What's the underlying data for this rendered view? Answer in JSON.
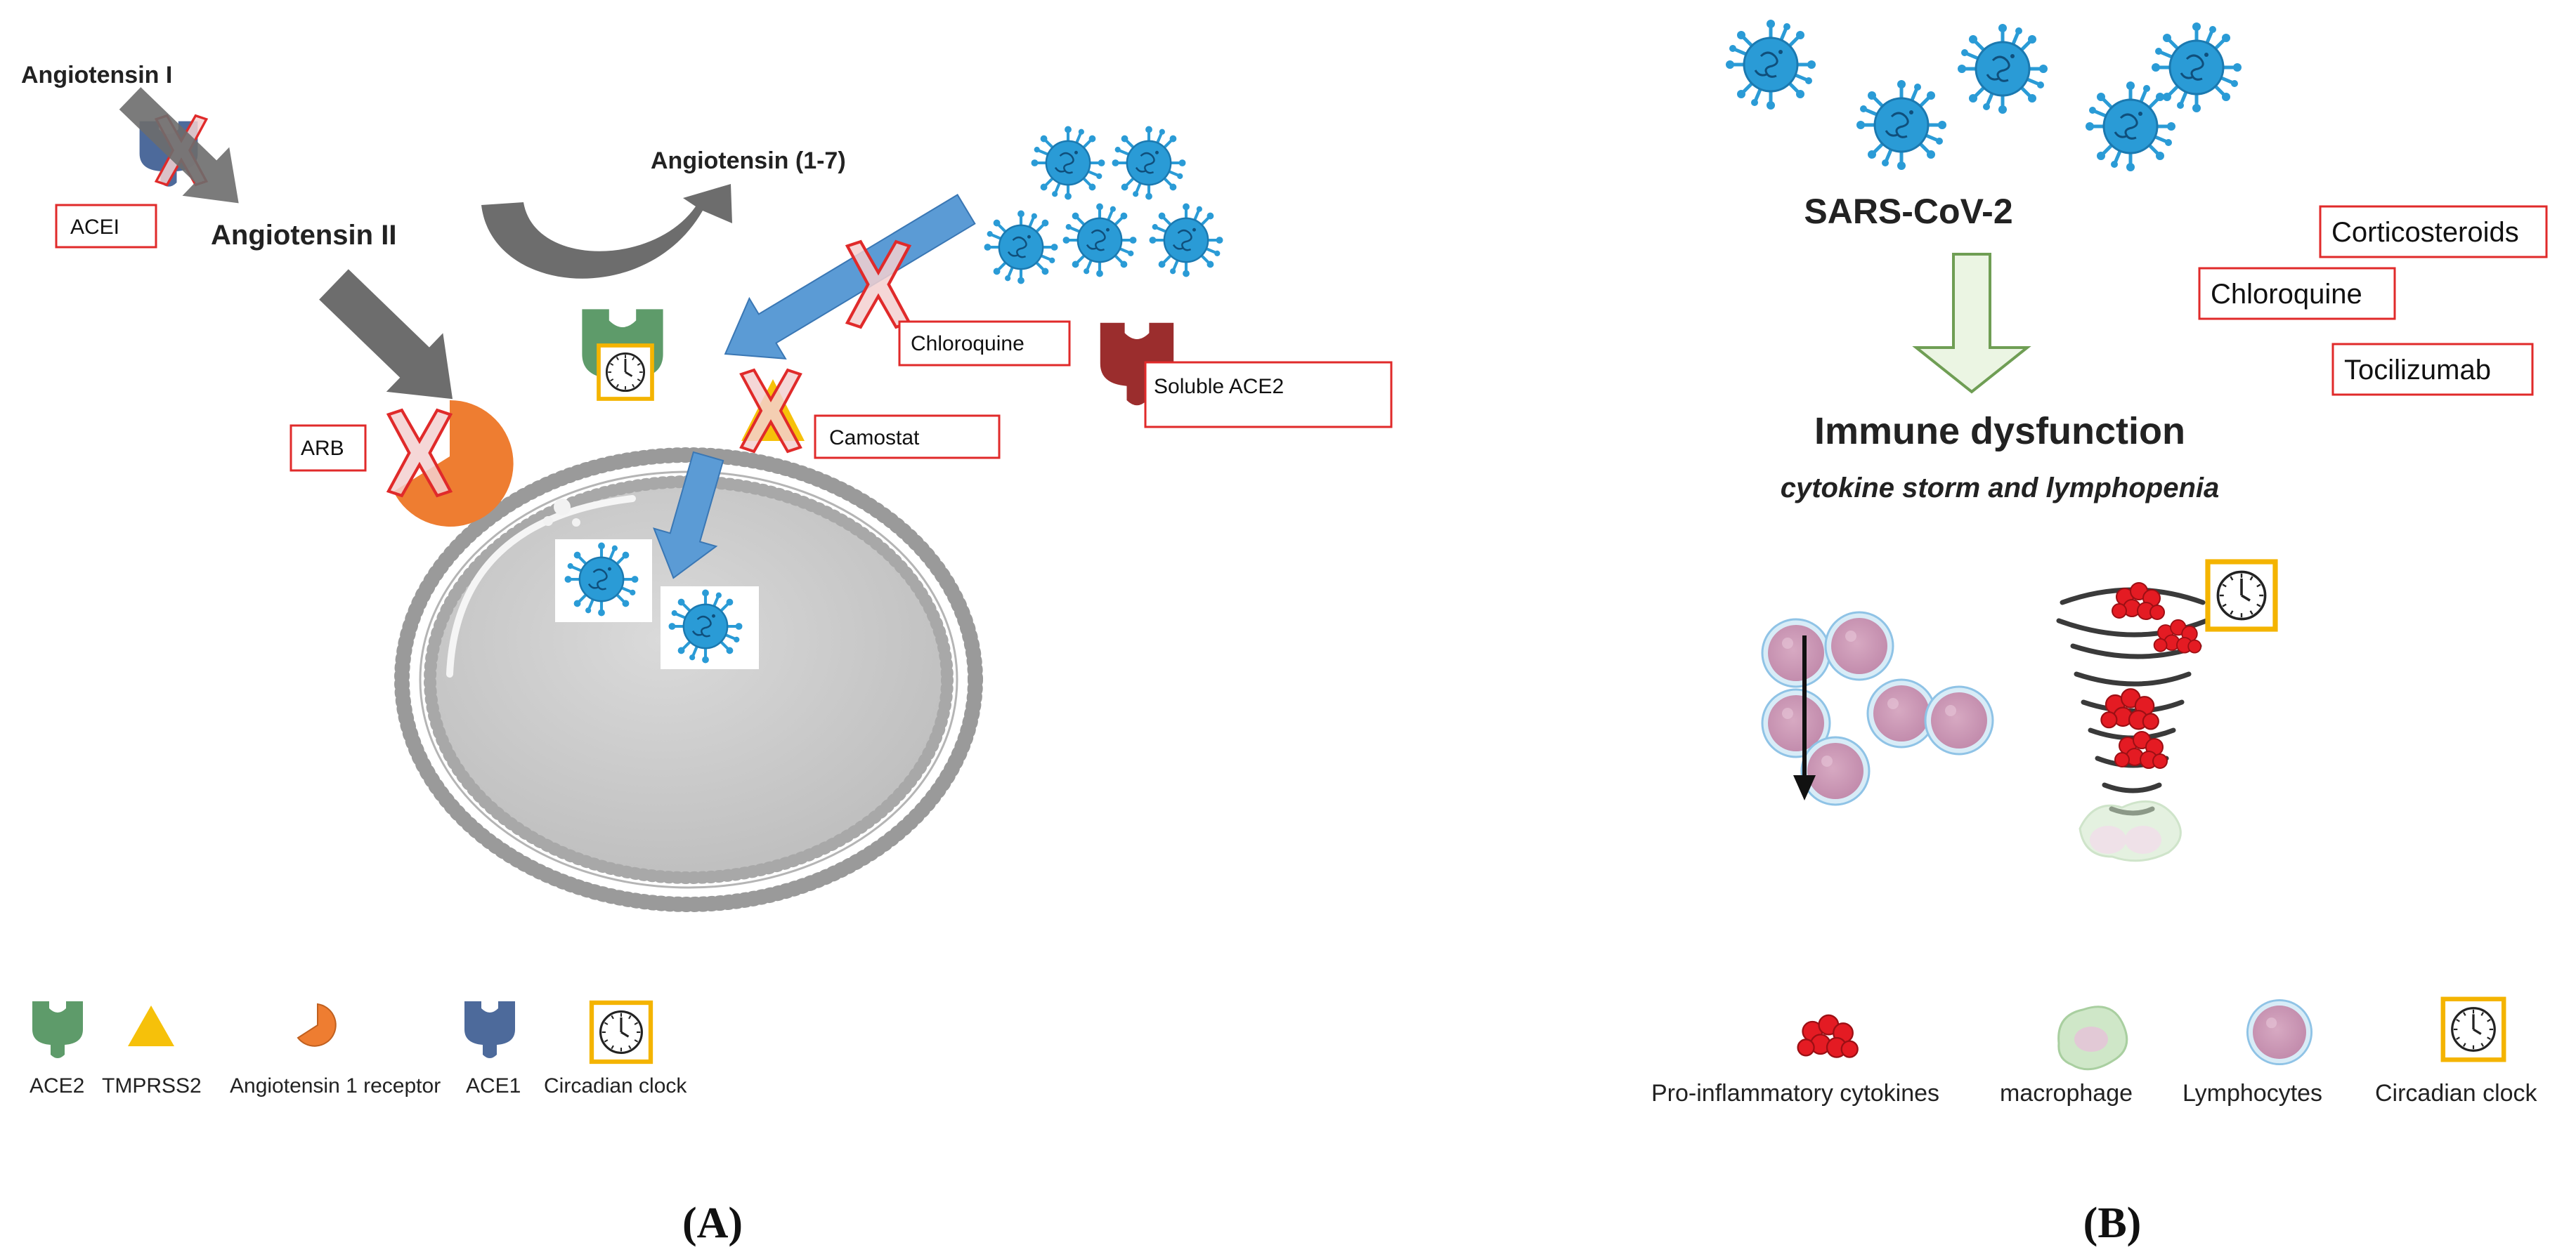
{
  "panel_a": {
    "panel_label": "(A)",
    "molecules": {
      "angiotensin_1": "Angiotensin I",
      "angiotensin_2": "Angiotensin II",
      "angiotensin_1_7": "Angiotensin (1-7)"
    },
    "drugs": {
      "acei": "ACEI",
      "arb": "ARB",
      "chloroquine": "Chloroquine",
      "camostat": "Camostat",
      "soluble_ace2": "Soluble ACE2"
    },
    "legend": [
      {
        "label": "ACE2",
        "icon": "ace2-receptor-icon",
        "color": "#5e9b6a"
      },
      {
        "label": "TMPRSS2",
        "icon": "tmprss2-triangle-icon",
        "color": "#f6c10a"
      },
      {
        "label": "Angiotensin 1 receptor",
        "icon": "at1-receptor-icon",
        "color": "#ee7d31"
      },
      {
        "label": "ACE1",
        "icon": "ace1-receptor-icon",
        "color": "#4d6a9b"
      },
      {
        "label": "Circadian clock",
        "icon": "clock-icon",
        "color": "#f4b400"
      }
    ]
  },
  "panel_b": {
    "panel_label": "(B)",
    "virus": "SARS-CoV-2",
    "title": "Immune dysfunction",
    "subtitle": "cytokine storm and lymphopenia",
    "drugs": {
      "corticosteroids": "Corticosteroids",
      "chloroquine": "Chloroquine",
      "tocilizumab": "Tocilizumab"
    },
    "legend": [
      {
        "label": "Pro-inflammatory cytokines",
        "icon": "cytokine-cluster-icon",
        "color": "#e41b23"
      },
      {
        "label": "macrophage",
        "icon": "macrophage-icon",
        "color": "#b8ddb0"
      },
      {
        "label": "Lymphocytes",
        "icon": "lymphocyte-icon",
        "color": "#c89ab5"
      },
      {
        "label": "Circadian clock",
        "icon": "clock-icon",
        "color": "#f4b400"
      }
    ]
  },
  "colors": {
    "virus": "#2a9bd6",
    "blue_arrow": "#5b9bd5",
    "grey_arrow": "#6d6d6d",
    "drug_box_border": "#e02a2a",
    "clock_frame": "#f4b400",
    "cell": "#c9c9c9"
  }
}
